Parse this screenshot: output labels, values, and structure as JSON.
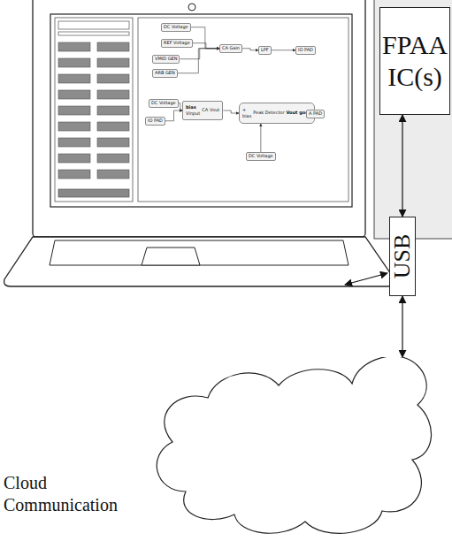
{
  "diagram": {
    "nodes": [
      {
        "text": [
          "FPAA IC(s)"
        ]
      },
      {
        "text": [
          "USB"
        ]
      },
      {
        "text": [
          "Cloud Communication"
        ]
      },
      {
        "text": [
          "DC Voltage"
        ]
      },
      {
        "text": [
          "REF Voltage"
        ]
      },
      {
        "text": [
          "VMID GEN"
        ]
      },
      {
        "text": [
          "ARB GEN"
        ]
      },
      {
        "text": [
          "CA Gain"
        ]
      },
      {
        "text": [
          "LPF"
        ]
      },
      {
        "text": [
          "IO PAD"
        ]
      },
      {
        "text": [
          "DC Voltage"
        ]
      },
      {
        "text": [
          "IO PAD"
        ]
      },
      {
        "text": [
          "bias",
          "Vinput",
          "CA",
          "Vout"
        ]
      },
      {
        "text": [
          "+",
          "bias",
          "Peak Detector",
          "Vout good"
        ]
      },
      {
        "text": [
          "A PAD"
        ]
      },
      {
        "text": [
          "DC Voltage"
        ]
      }
    ],
    "edges": [
      {
        "from": 0,
        "to": 1,
        "arrow": "both"
      },
      {
        "from": 1,
        "to": 2,
        "arrow": "both"
      },
      {
        "from": 3,
        "to": 7,
        "arrow": "to"
      },
      {
        "from": 4,
        "to": 7,
        "arrow": "to"
      },
      {
        "from": 5,
        "to": 7,
        "arrow": "to"
      },
      {
        "from": 6,
        "to": 7,
        "arrow": "to"
      },
      {
        "from": 7,
        "to": 8,
        "arrow": "to"
      },
      {
        "from": 8,
        "to": 9,
        "arrow": "to"
      },
      {
        "from": 10,
        "to": 12,
        "arrow": "to"
      },
      {
        "from": 11,
        "to": 12,
        "arrow": "to"
      },
      {
        "from": 12,
        "to": 13,
        "arrow": "to"
      },
      {
        "from": 15,
        "to": 13,
        "arrow": "to"
      },
      {
        "from": 13,
        "to": 14,
        "arrow": "to"
      }
    ]
  }
}
